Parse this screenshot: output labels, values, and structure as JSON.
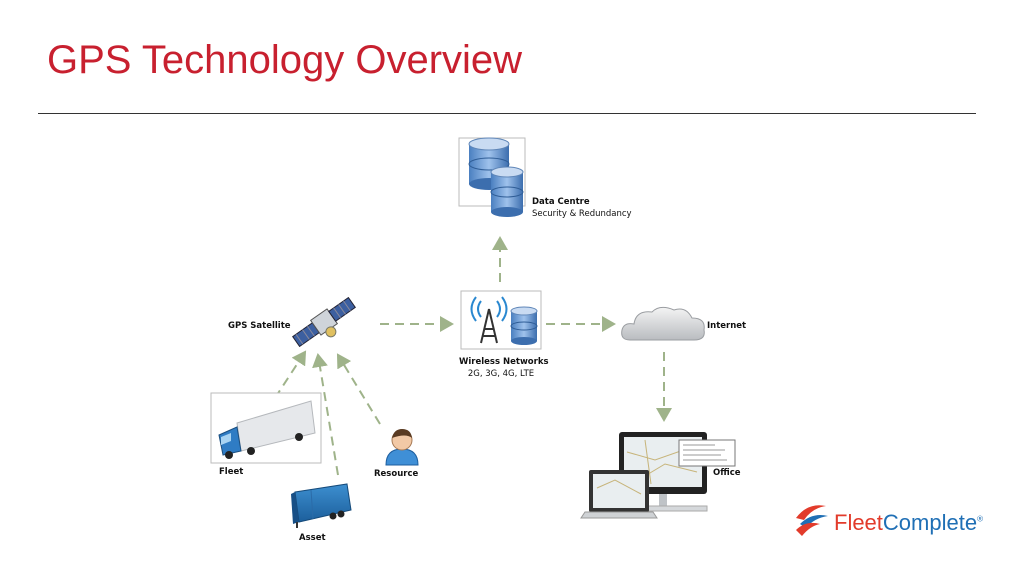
{
  "slide": {
    "title": "GPS Technology Overview"
  },
  "nodes": {
    "data_centre": {
      "title": "Data Centre",
      "subtitle": "Security & Redundancy",
      "icon": "database-icon"
    },
    "wireless": {
      "title": "Wireless Networks",
      "subtitle": "2G, 3G, 4G, LTE",
      "icon": "cell-tower-icon"
    },
    "gps_satellite": {
      "title": "GPS Satellite",
      "icon": "satellite-icon"
    },
    "internet": {
      "title": "Internet",
      "icon": "cloud-icon"
    },
    "fleet": {
      "title": "Fleet",
      "icon": "truck-icon"
    },
    "resource": {
      "title": "Resource",
      "icon": "person-icon"
    },
    "asset": {
      "title": "Asset",
      "icon": "trailer-icon"
    },
    "office": {
      "title": "Office",
      "icon": "computer-icon"
    }
  },
  "logo": {
    "word1": "Fleet",
    "word2": "Complete",
    "mark": "®"
  },
  "colors": {
    "title": "#c8202f",
    "arrow": "#9fb38a",
    "logo_red": "#e23b2b",
    "logo_blue": "#1f6fb5"
  }
}
